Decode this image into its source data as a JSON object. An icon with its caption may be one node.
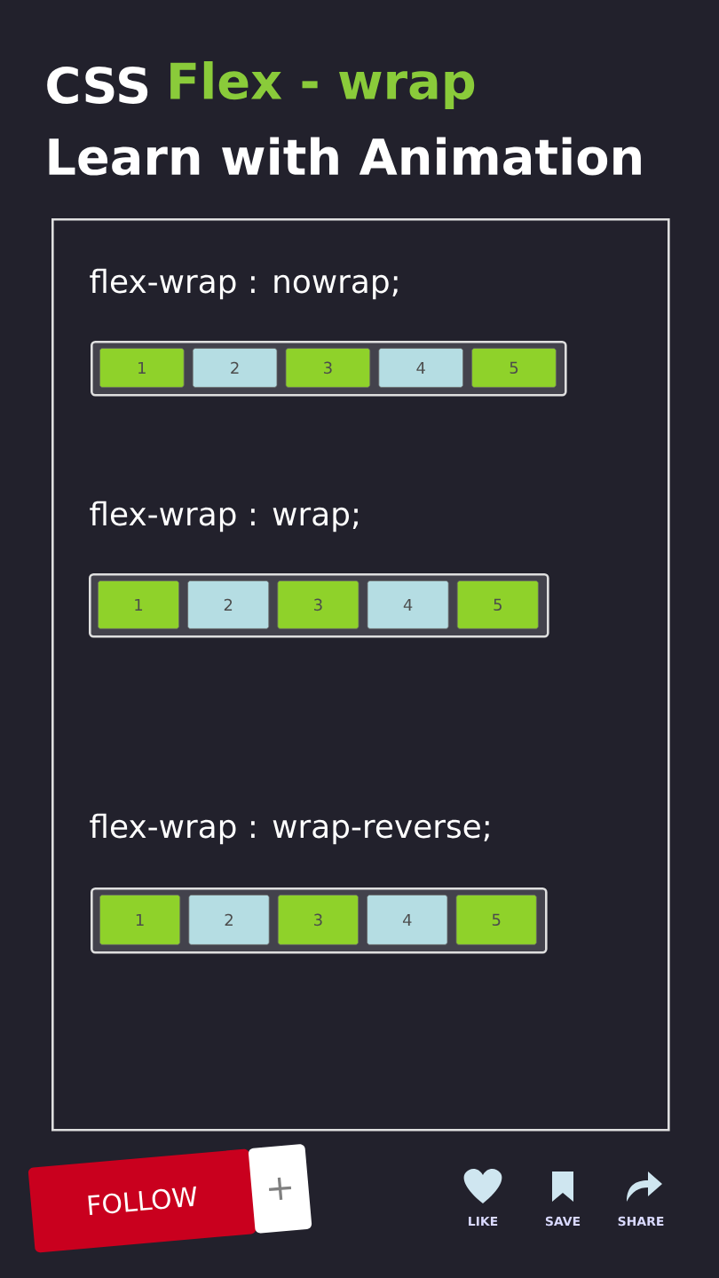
{
  "diagram": {
    "nodes": [
      {
        "text": [],
        "shape": "box"
      },
      {
        "text": [],
        "shape": "box",
        "in": 0
      },
      {
        "text": [
          "1"
        ],
        "in": 1
      },
      {
        "text": [
          "2"
        ],
        "in": 1
      },
      {
        "text": [
          "3"
        ],
        "in": 1
      },
      {
        "text": [
          "4"
        ],
        "in": 1
      },
      {
        "text": [
          "5"
        ],
        "in": 1
      },
      {
        "text": [],
        "shape": "box",
        "in": 0
      },
      {
        "text": [
          "1"
        ],
        "in": 7
      },
      {
        "text": [
          "2"
        ],
        "in": 7
      },
      {
        "text": [
          "3"
        ],
        "in": 7
      },
      {
        "text": [
          "4"
        ],
        "in": 7
      },
      {
        "text": [
          "5"
        ],
        "in": 7
      },
      {
        "text": [],
        "shape": "box",
        "in": 0
      },
      {
        "text": [
          "1"
        ],
        "in": 13
      },
      {
        "text": [
          "2"
        ],
        "in": 13
      },
      {
        "text": [
          "3"
        ],
        "in": 13
      },
      {
        "text": [
          "4"
        ],
        "in": 13
      },
      {
        "text": [
          "5"
        ],
        "in": 13
      },
      {
        "text": [
          "FOLLOW",
          "+"
        ]
      }
    ],
    "labels": [
      "CSS",
      "Flex - wrap",
      "Learn with Animation",
      "flex-wrap : nowrap;",
      "flex-wrap : wrap;",
      "flex-wrap : wrap-reverse;",
      "LIKE",
      "SAVE",
      "SHARE"
    ]
  }
}
